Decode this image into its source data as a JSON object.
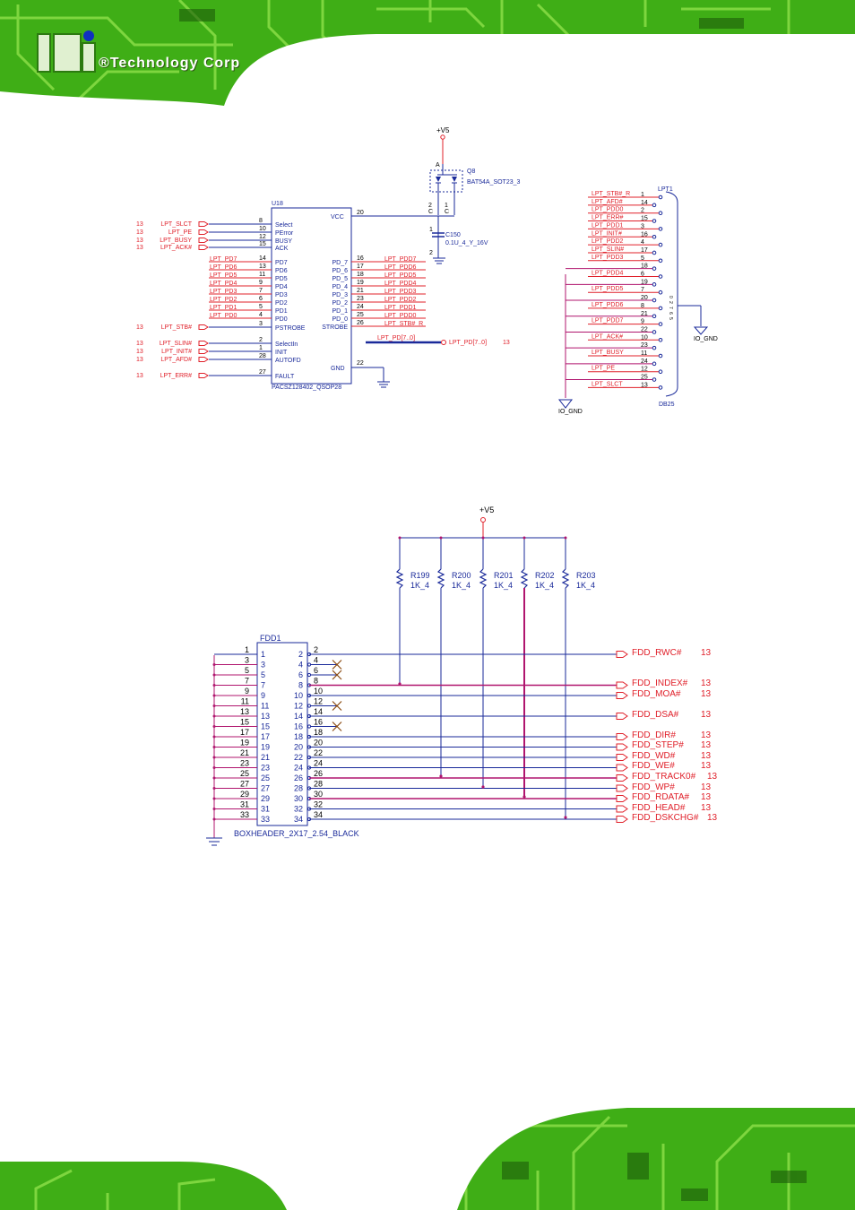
{
  "header": {
    "brand": "Technology Corp",
    "registered_mark": "®"
  },
  "colors": {
    "pcb_green": "#3fae16",
    "pcb_light": "#8ee04a",
    "wire_blue": "#1a2a9a",
    "net_red": "#e0202a",
    "wire_magenta": "#b0156e"
  },
  "lpt": {
    "power_label": "+V5",
    "q8": {
      "ref": "Q8",
      "part": "BAT54A_SOT23_3",
      "pin_a": "A",
      "pin1": "1",
      "pin1c": "C",
      "pin2": "2",
      "pin2c": "C"
    },
    "c150": {
      "ref": "C150",
      "value": "0.1U_4_Y_16V",
      "pin1": "1",
      "pin2": "2"
    },
    "u18": {
      "ref": "U18",
      "part": "PACSZ128402_QSOP28",
      "vcc": "VCC",
      "vcc_pin": "20",
      "gnd": "GND",
      "gnd_pin": "22",
      "left_pins": [
        {
          "num": "8",
          "name": "Select"
        },
        {
          "num": "10",
          "name": "PError"
        },
        {
          "num": "12",
          "name": "BUSY"
        },
        {
          "num": "15",
          "name": "ACK"
        },
        {
          "num": "14",
          "name": "PD7"
        },
        {
          "num": "13",
          "name": "PD6"
        },
        {
          "num": "11",
          "name": "PD5"
        },
        {
          "num": "9",
          "name": "PD4"
        },
        {
          "num": "7",
          "name": "PD3"
        },
        {
          "num": "6",
          "name": "PD2"
        },
        {
          "num": "5",
          "name": "PD1"
        },
        {
          "num": "4",
          "name": "PD0"
        },
        {
          "num": "3",
          "name": "PSTROBE"
        },
        {
          "num": "2",
          "name": "SelectIn"
        },
        {
          "num": "1",
          "name": "INIT"
        },
        {
          "num": "28",
          "name": "AUTOFD"
        },
        {
          "num": "27",
          "name": "FAULT"
        }
      ],
      "right_pins": [
        {
          "num": "16",
          "name": "PD_7",
          "net": "LPT_PDD7"
        },
        {
          "num": "17",
          "name": "PD_6",
          "net": "LPT_PDD6"
        },
        {
          "num": "18",
          "name": "PD_5",
          "net": "LPT_PDD5"
        },
        {
          "num": "19",
          "name": "PD_4",
          "net": "LPT_PDD4"
        },
        {
          "num": "21",
          "name": "PD_3",
          "net": "LPT_PDD3"
        },
        {
          "num": "23",
          "name": "PD_2",
          "net": "LPT_PDD2"
        },
        {
          "num": "24",
          "name": "PD_1",
          "net": "LPT_PDD1"
        },
        {
          "num": "25",
          "name": "PD_0",
          "net": "LPT_PDD0"
        },
        {
          "num": "26",
          "name": "STROBE",
          "net": "LPT_STB#_R"
        }
      ]
    },
    "left_nets": [
      {
        "sheet": "13",
        "net": "LPT_SLCT"
      },
      {
        "sheet": "13",
        "net": "LPT_PE"
      },
      {
        "sheet": "13",
        "net": "LPT_BUSY"
      },
      {
        "sheet": "13",
        "net": "LPT_ACK#"
      },
      {
        "sheet": "",
        "net": "LPT_PD7"
      },
      {
        "sheet": "",
        "net": "LPT_PD6"
      },
      {
        "sheet": "",
        "net": "LPT_PD5"
      },
      {
        "sheet": "",
        "net": "LPT_PD4"
      },
      {
        "sheet": "",
        "net": "LPT_PD3"
      },
      {
        "sheet": "",
        "net": "LPT_PD2"
      },
      {
        "sheet": "",
        "net": "LPT_PD1"
      },
      {
        "sheet": "",
        "net": "LPT_PD0"
      },
      {
        "sheet": "13",
        "net": "LPT_STB#"
      },
      {
        "sheet": "13",
        "net": "LPT_SLIN#"
      },
      {
        "sheet": "13",
        "net": "LPT_INIT#"
      },
      {
        "sheet": "13",
        "net": "LPT_AFD#"
      },
      {
        "sheet": "13",
        "net": "LPT_ERR#"
      }
    ],
    "bus": {
      "label": "LPT_PD[7..0]",
      "port": "LPT_PD[7..0]",
      "sheet": "13"
    },
    "lpt1": {
      "ref": "LPT1",
      "part": "DB25",
      "gnd_label": "IO_GND",
      "pins": [
        {
          "net": "LPT_STB#_R",
          "num": "1"
        },
        {
          "net": "LPT_AFD#",
          "num": "14"
        },
        {
          "net": "LPT_PDD0",
          "num": "2"
        },
        {
          "net": "LPT_ERR#",
          "num": "15"
        },
        {
          "net": "LPT_PDD1",
          "num": "3"
        },
        {
          "net": "LPT_INIT#",
          "num": "16"
        },
        {
          "net": "LPT_PDD2",
          "num": "4"
        },
        {
          "net": "LPT_SLIN#",
          "num": "17"
        },
        {
          "net": "LPT_PDD3",
          "num": "5"
        },
        {
          "net": "",
          "num": "18"
        },
        {
          "net": "LPT_PDD4",
          "num": "6"
        },
        {
          "net": "",
          "num": "19"
        },
        {
          "net": "LPT_PDD5",
          "num": "7"
        },
        {
          "net": "",
          "num": "20"
        },
        {
          "net": "LPT_PDD6",
          "num": "8"
        },
        {
          "net": "",
          "num": "21"
        },
        {
          "net": "LPT_PDD7",
          "num": "9"
        },
        {
          "net": "",
          "num": "22"
        },
        {
          "net": "LPT_ACK#",
          "num": "10"
        },
        {
          "net": "",
          "num": "23"
        },
        {
          "net": "LPT_BUSY",
          "num": "11"
        },
        {
          "net": "",
          "num": "24"
        },
        {
          "net": "LPT_PE",
          "num": "12"
        },
        {
          "net": "",
          "num": "25"
        },
        {
          "net": "LPT_SLCT",
          "num": "13"
        }
      ],
      "shell_pins": [
        "0",
        "2",
        "7",
        "6",
        "5"
      ]
    },
    "gnd_label_left": "IO_GND"
  },
  "fdd": {
    "power_label": "+V5",
    "resistors": [
      {
        "ref": "R199",
        "value": "1K_4"
      },
      {
        "ref": "R200",
        "value": "1K_4"
      },
      {
        "ref": "R201",
        "value": "1K_4"
      },
      {
        "ref": "R202",
        "value": "1K_4"
      },
      {
        "ref": "R203",
        "value": "1K_4"
      }
    ],
    "header": {
      "ref": "FDD1",
      "part": "BOXHEADER_2X17_2.54_BLACK"
    },
    "odd_pins": [
      "1",
      "3",
      "5",
      "7",
      "9",
      "11",
      "13",
      "15",
      "17",
      "19",
      "21",
      "23",
      "25",
      "27",
      "29",
      "31",
      "33"
    ],
    "even_pins": [
      "2",
      "4",
      "6",
      "8",
      "10",
      "12",
      "14",
      "16",
      "18",
      "20",
      "22",
      "24",
      "26",
      "28",
      "30",
      "32",
      "34"
    ],
    "signals": [
      {
        "net": "FDD_RWC#",
        "sheet": "13"
      },
      {
        "net": "FDD_INDEX#",
        "sheet": "13"
      },
      {
        "net": "FDD_MOA#",
        "sheet": "13"
      },
      {
        "net": "FDD_DSA#",
        "sheet": "13"
      },
      {
        "net": "FDD_DIR#",
        "sheet": "13"
      },
      {
        "net": "FDD_STEP#",
        "sheet": "13"
      },
      {
        "net": "FDD_WD#",
        "sheet": "13"
      },
      {
        "net": "FDD_WE#",
        "sheet": "13"
      },
      {
        "net": "FDD_TRACK0#",
        "sheet": "13"
      },
      {
        "net": "FDD_WP#",
        "sheet": "13"
      },
      {
        "net": "FDD_RDATA#",
        "sheet": "13"
      },
      {
        "net": "FDD_HEAD#",
        "sheet": "13"
      },
      {
        "net": "FDD_DSKCHG#",
        "sheet": "13"
      }
    ]
  }
}
